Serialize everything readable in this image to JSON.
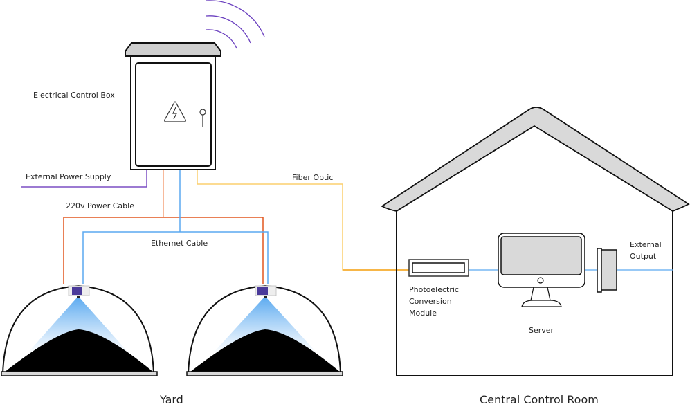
{
  "labels": {
    "control_box": "Electrical Control Box",
    "external_power": "External Power Supply",
    "power_cable": "220v Power Cable",
    "ethernet_cable": "Ethernet Cable",
    "fiber_optic": "Fiber Optic",
    "photoelectric_1": "Photoelectric",
    "photoelectric_2": "Conversion",
    "photoelectric_3": "Module",
    "server": "Server",
    "external_output_1": "External",
    "external_output_2": "Output",
    "yard": "Yard",
    "control_room": "Central Control Room"
  },
  "colors": {
    "power_supply": "#7b4fc4",
    "power_cable": "#e2561e",
    "power_cable_light": "#f4a27a",
    "ethernet": "#5aa9f0",
    "fiber": "#f5a623",
    "fiber_light": "#fbcf6e",
    "wireless": "#6a3fbf",
    "roof": "#d9d9d9",
    "device": "#4a3a9a"
  }
}
